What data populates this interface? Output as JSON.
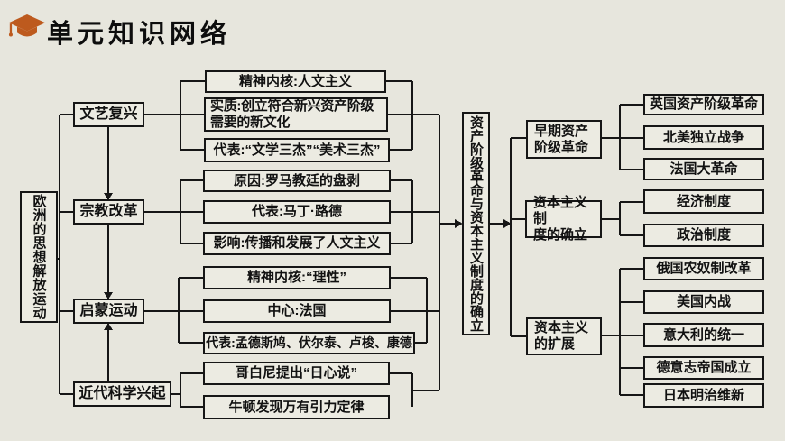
{
  "header": {
    "title": "单元知识网络",
    "icon": "graduation-cap-icon",
    "icon_color": "#bd5a1e"
  },
  "colors": {
    "background": "#e7e6dd",
    "box_fill": "#ecebe2",
    "line": "#161616"
  },
  "root": {
    "label": "欧洲的思想解放运动"
  },
  "center": {
    "label": "资产阶级革命与资本主义制度的确立"
  },
  "left_branches": [
    {
      "label": "文艺复兴",
      "details": [
        "精神内核:人文主义",
        "实质:创立符合新兴资产阶级\n需要的新文化",
        "代表:“文学三杰”“美术三杰”"
      ]
    },
    {
      "label": "宗教改革",
      "details": [
        "原因:罗马教廷的盘剥",
        "代表:马丁·路德",
        "影响:传播和发展了人文主义"
      ]
    },
    {
      "label": "启蒙运动",
      "details": [
        "精神内核:“理性”",
        "中心:法国",
        "代表:孟德斯鸠、伏尔泰、卢梭、康德"
      ]
    },
    {
      "label": "近代科学兴起",
      "details": [
        "哥白尼提出“日心说”",
        "牛顿发现万有引力定律"
      ]
    }
  ],
  "right_branches": [
    {
      "label": "早期资产\n阶级革命",
      "details": [
        "英国资产阶级革命",
        "北美独立战争",
        "法国大革命"
      ]
    },
    {
      "label": "资本主义制\n度的确立",
      "details": [
        "经济制度",
        "政治制度"
      ]
    },
    {
      "label": "资本主义\n的扩展",
      "details": [
        "俄国农奴制改革",
        "美国内战",
        "意大利的统一",
        "德意志帝国成立",
        "日本明治维新"
      ]
    }
  ]
}
